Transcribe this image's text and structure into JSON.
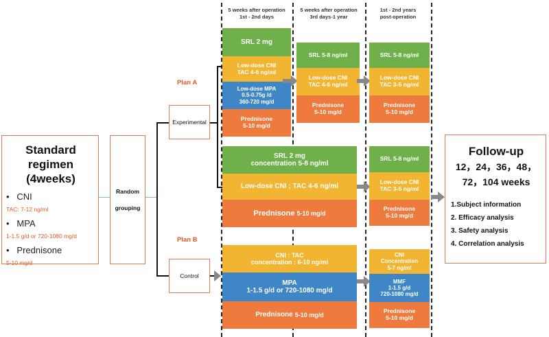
{
  "phases": [
    {
      "line1": "5 weeks after operation",
      "line2": "1st - 2nd  days"
    },
    {
      "line1": "5 weeks after operation",
      "line2": "3rd days-1 year"
    },
    {
      "line1": "1st - 2nd  years",
      "line2": "post-operation"
    }
  ],
  "standard": {
    "title1": "Standard regimen",
    "title2": "(4weeks)",
    "items": [
      {
        "bullet": "•",
        "name": "CNI",
        "detail": "TAC: 7-12 ng/ml"
      },
      {
        "bullet": "•",
        "name": "MPA",
        "detail": "1-1.5 g/d or 720-1080 mg/d"
      },
      {
        "bullet": "•",
        "name": "Prednisone",
        "detail": "5-10 mg/d"
      }
    ]
  },
  "random": {
    "line1": "Random",
    "line2": "grouping"
  },
  "experimental_label": "Experimental",
  "control_label": "Control",
  "plan_a": "Plan A",
  "plan_b": "Plan B",
  "plan_a_phase1": {
    "srl": "SRL 2 mg",
    "cni_l1": "Low-dose CNI",
    "cni_l2": "TAC 4-6 ng/ml",
    "mpa_l1": "Low-dose MPA",
    "mpa_l2": "0.5-0.75g /d",
    "mpa_l3": "360-720 mg/d",
    "pred_l1": "Prednisone",
    "pred_l2": "5-10 mg/d"
  },
  "plan_a_phase2": {
    "srl": "SRL 5-8 ng/ml",
    "cni_l1": "Low-dose CNI",
    "cni_l2": "TAC 4-6 ng/ml",
    "pred_l1": "Prednisone",
    "pred_l2": "5-10 mg/d"
  },
  "plan_a_phase3": {
    "srl": "SRL 5-8 ng/ml",
    "cni_l1": "Low-dose CNI",
    "cni_l2": "TAC 3-5 ng/ml",
    "pred_l1": "Prednisone",
    "pred_l2": "5-10 mg/d"
  },
  "plan_a2_wide": {
    "srl_l1": "SRL 2 mg",
    "srl_l2": "concentration 5-8 ng/ml",
    "cni": "Low-dose CNI ; TAC 4-6 ng/ml",
    "pred_a": "Prednisone",
    "pred_b": "5-10 mg/d"
  },
  "plan_a2_phase3": {
    "srl": "SRL 5-8 ng/ml",
    "cni_l1": "Low-dose CNI",
    "cni_l2": "TAC 3-5 ng/ml",
    "pred_l1": "Prednisone",
    "pred_l2": "5-10 mg/d"
  },
  "plan_b_wide": {
    "cni_l1": "CNI  :  TAC",
    "cni_l2": "concentration : 6-10 ng/ml",
    "mpa_l1": "MPA",
    "mpa_l2": "1-1.5 g/d or 720-1080 mg/d",
    "pred_a": "Prednisone",
    "pred_b": "5-10 mg/d"
  },
  "plan_b_phase3": {
    "cni_l1": "CNI",
    "cni_l2": "Concentration",
    "cni_l3": "5-7 ng/ml",
    "mmf_l1": "MMF",
    "mmf_l2": "1-1.5 g/d",
    "mmf_l3": "720-1080 mg/d",
    "pred_l1": "Prednisone",
    "pred_l2": "5-10 mg/d"
  },
  "followup": {
    "title": "Follow-up",
    "weeks1": "12，24，36，48，",
    "weeks2": "72，104 weeks",
    "items": [
      "1.Subject information",
      "2. Efficacy analysis",
      "3. Safety analysis",
      "4. Correlation analysis"
    ]
  },
  "colors": {
    "green": "#6fb04a",
    "yellow": "#f2b531",
    "blue": "#3f86c6",
    "orange": "#ef7a3d",
    "frame": "#e07b4f",
    "plan_label": "#e25822",
    "arrow": "#888888"
  }
}
